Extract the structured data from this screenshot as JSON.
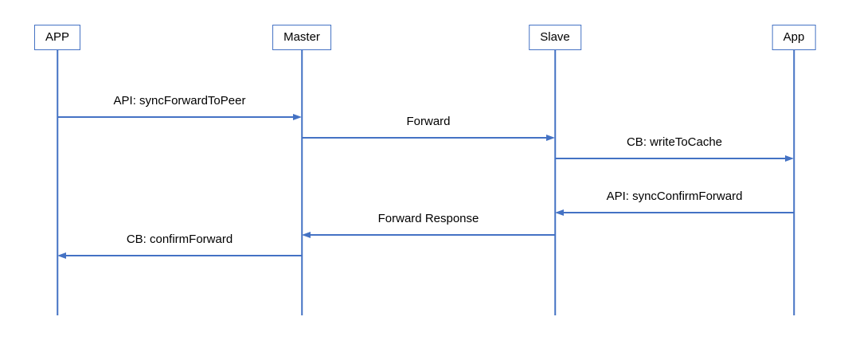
{
  "diagram": {
    "type": "sequence-diagram",
    "colors": {
      "line": "#4472C4",
      "text": "#000000",
      "background": "#FFFFFF"
    },
    "actors": [
      {
        "name": "APP"
      },
      {
        "name": "Master"
      },
      {
        "name": "Slave"
      },
      {
        "name": "App"
      }
    ],
    "messages": [
      {
        "label": "API: syncForwardToPeer",
        "from": 0,
        "to": 1
      },
      {
        "label": "Forward",
        "from": 1,
        "to": 2
      },
      {
        "label": "CB: writeToCache",
        "from": 2,
        "to": 3
      },
      {
        "label": "API: syncConfirmForward",
        "from": 3,
        "to": 2
      },
      {
        "label": "Forward Response",
        "from": 2,
        "to": 1
      },
      {
        "label": "CB: confirmForward",
        "from": 1,
        "to": 0
      }
    ]
  }
}
